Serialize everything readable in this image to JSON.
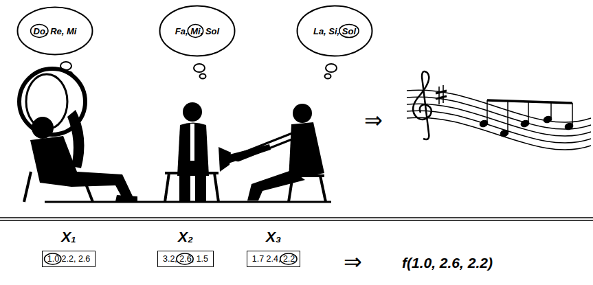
{
  "diagram": {
    "nodes": [
      {
        "text": [
          "Do, Re, Mi"
        ]
      },
      {
        "text": [
          "Fa, Mi, Sol"
        ]
      },
      {
        "text": [
          "La, Si, Sol"
        ]
      },
      {
        "text": [
          "X₁",
          "1.0 2.2, 2.6"
        ]
      },
      {
        "text": [
          "X₂",
          "3.2, 2.6, 1.5"
        ]
      },
      {
        "text": [
          "X₃",
          "1.7 2.4, 2.2"
        ]
      }
    ],
    "labels": [
      "⇒",
      "⇒",
      "f(1.0, 2.6, 2.2)"
    ]
  }
}
